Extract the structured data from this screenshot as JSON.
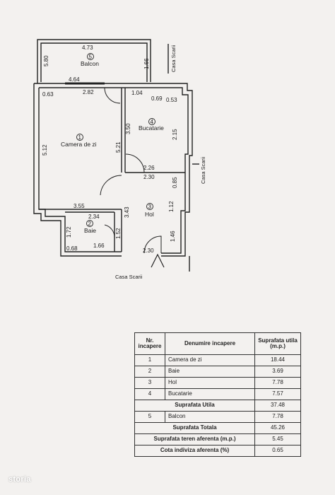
{
  "plan": {
    "rooms": [
      {
        "num": "5",
        "name": "Balcon"
      },
      {
        "num": "1",
        "name": "Camera de zi"
      },
      {
        "num": "4",
        "name": "Bucatarie"
      },
      {
        "num": "3",
        "name": "Hol"
      },
      {
        "num": "2",
        "name": "Baie"
      }
    ],
    "casa_scarii": [
      "Casa Scarii",
      "Casa Scarii",
      "Casa Scarii"
    ],
    "dimensions": {
      "d473": "4.73",
      "d580": "5.80",
      "d166a": "1.66",
      "d464": "4.64",
      "d063": "0.63",
      "d282": "2.82",
      "d104": "1.04",
      "d069": "0.69",
      "d053": "0.53",
      "d512": "5.12",
      "d350": "3.50",
      "d521": "5.21",
      "d215": "2.15",
      "d226": "2.26",
      "d230a": "2.30",
      "d085": "0.85",
      "d355": "3.55",
      "d343": "3.43",
      "d112": "1.12",
      "d234": "2.34",
      "d172": "1.72",
      "d152": "1.52",
      "d146": "1.46",
      "d068": "0.68",
      "d166b": "1.66",
      "d230b": "2.30"
    }
  },
  "table": {
    "headers": {
      "nr": "Nr. incapere",
      "denumire": "Denumire incapere",
      "suprafata": "Suprafata utila (m.p.)"
    },
    "rows": [
      {
        "nr": "1",
        "name": "Camera de zi",
        "area": "18.44"
      },
      {
        "nr": "2",
        "name": "Baie",
        "area": "3.69"
      },
      {
        "nr": "3",
        "name": "Hol",
        "area": "7.78"
      },
      {
        "nr": "4",
        "name": "Bucatarie",
        "area": "7.57"
      }
    ],
    "utila": {
      "label": "Suprafata Utila",
      "value": "37.48"
    },
    "balcon": {
      "nr": "5",
      "name": "Balcon",
      "area": "7.78"
    },
    "totala": {
      "label": "Suprafata Totala",
      "value": "45.26"
    },
    "teren": {
      "label": "Suprafata teren aferenta (m.p.)",
      "value": "5.45"
    },
    "cota": {
      "label": "Cota indiviza aferenta (%)",
      "value": "0.65"
    }
  },
  "watermark": "storia",
  "colors": {
    "paper": "#f3f1ef",
    "ink": "#222222"
  }
}
